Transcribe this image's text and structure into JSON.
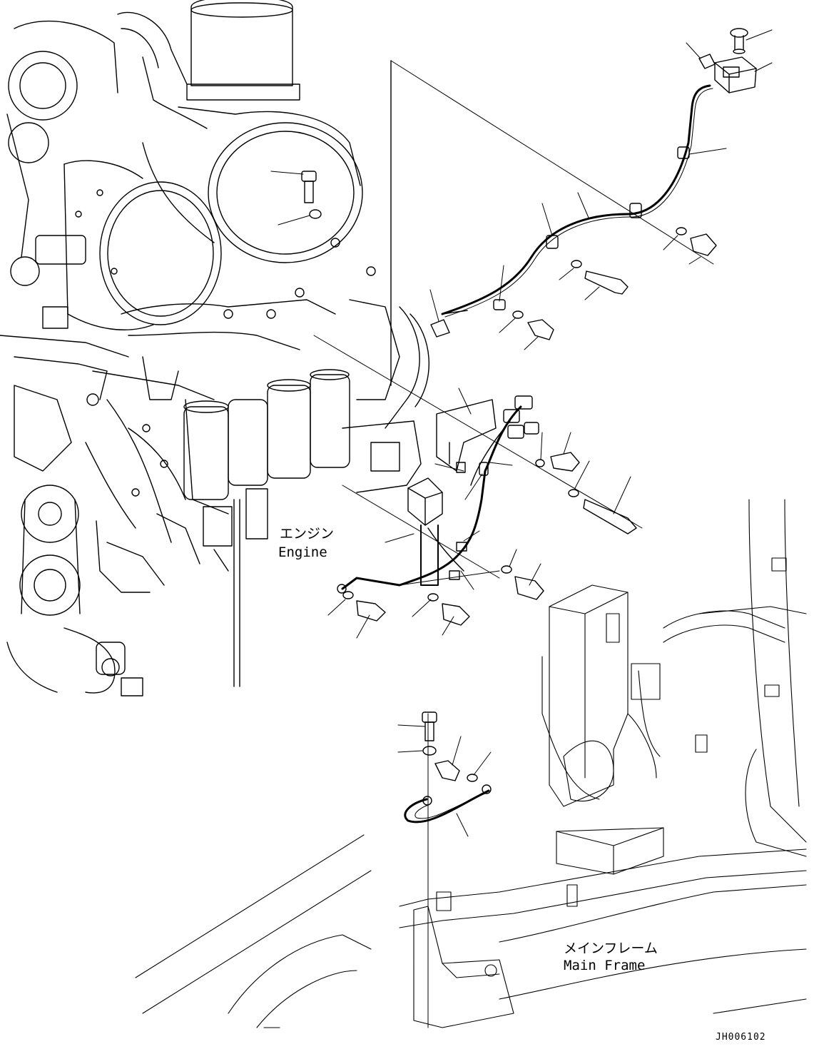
{
  "labels": {
    "engine_jp": "エンジン",
    "engine_en": "Engine",
    "frame_jp": "メインフレーム",
    "frame_en": "Main Frame",
    "drawing_code": "JH006102"
  },
  "colors": {
    "ink": "#000000",
    "paper": "#ffffff"
  }
}
